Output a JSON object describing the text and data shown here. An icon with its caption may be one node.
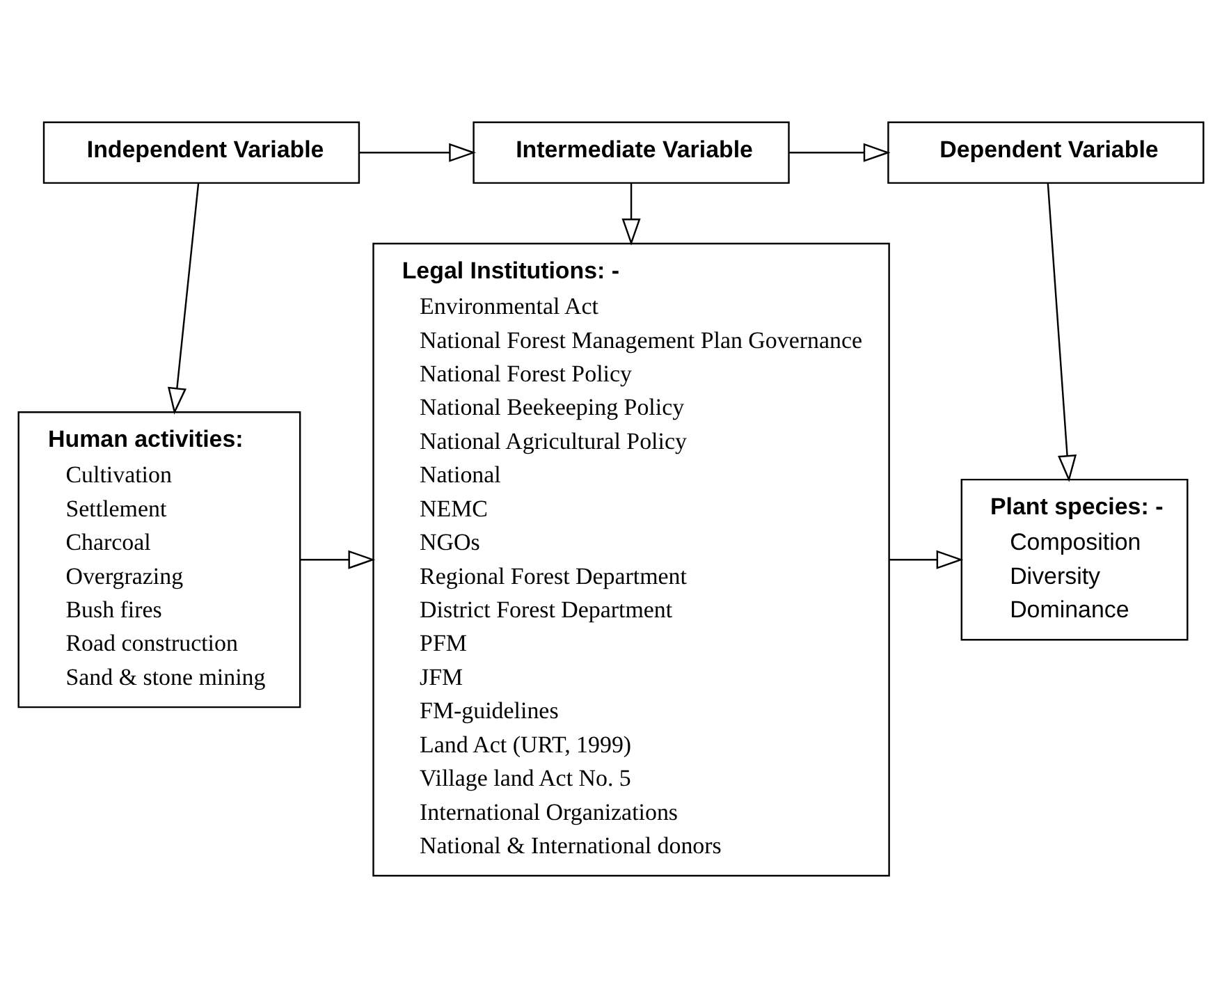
{
  "diagram": {
    "nodes": [
      {
        "text": [
          "Independent Variable"
        ]
      },
      {
        "text": [
          "Intermediate Variable"
        ]
      },
      {
        "text": [
          "Dependent Variable"
        ]
      },
      {
        "text": [
          "Human activities:",
          "Cultivation",
          "Settlement",
          "Charcoal",
          "Overgrazing",
          "Bush fires",
          "Road construction",
          "Sand & stone mining"
        ]
      },
      {
        "text": [
          "Legal Institutions: -",
          "Environmental Act",
          "National Forest Management Plan Governance",
          "National Forest Policy",
          "National Beekeeping Policy",
          "National Agricultural Policy",
          "National",
          "NEMC",
          "NGOs",
          "Regional Forest Department",
          "District Forest Department",
          "PFM",
          "JFM",
          "FM-guidelines",
          "Land Act (URT, 1999)",
          "Village land Act No. 5",
          "International Organizations",
          "National & International donors"
        ]
      },
      {
        "text": [
          "Plant species: -",
          "Composition",
          "Diversity",
          "Dominance"
        ]
      }
    ],
    "edges": [
      {
        "from": 0,
        "to": 1,
        "arrow": "to"
      },
      {
        "from": 1,
        "to": 2,
        "arrow": "to"
      },
      {
        "from": 0,
        "to": 3,
        "arrow": "to"
      },
      {
        "from": 1,
        "to": 4,
        "arrow": "to"
      },
      {
        "from": 2,
        "to": 5,
        "arrow": "to"
      },
      {
        "from": 3,
        "to": 4,
        "arrow": "to"
      },
      {
        "from": 4,
        "to": 5,
        "arrow": "to"
      }
    ]
  }
}
